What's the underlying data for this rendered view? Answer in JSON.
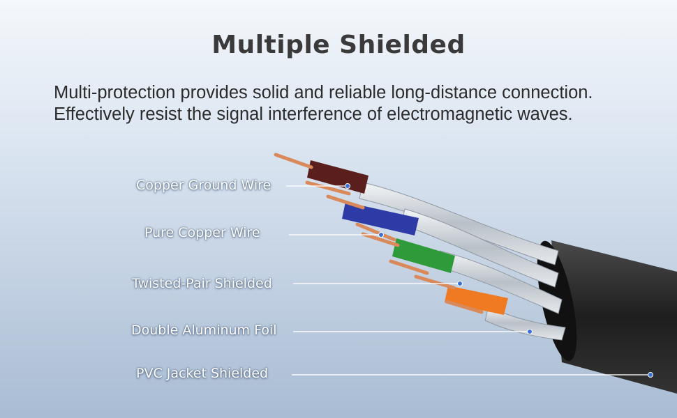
{
  "heading": "Multiple Shielded",
  "description": {
    "line1": "Multi-protection provides solid and reliable long-distance connection.",
    "line2": "Effectively resist the signal interference of electromagnetic waves."
  },
  "labels": [
    "Copper Ground Wire",
    "Pure Copper Wire",
    "Twisted-Pair Shielded",
    "Double Aluminum Foil",
    "PVC Jacket Shielded"
  ],
  "colors": {
    "background_top": "#f4f7fb",
    "background_bottom": "#a9bcd3",
    "heading": "#3a3a3a",
    "jacket": "#2a2a2a",
    "copper": "#d9895a",
    "foil": "#d8dde3",
    "wire_brown": "#5a1f1c",
    "wire_blue": "#2e3aa6",
    "wire_green": "#2f9a3a",
    "wire_orange": "#f07a22",
    "marker_dot": "#3a6fd8"
  }
}
